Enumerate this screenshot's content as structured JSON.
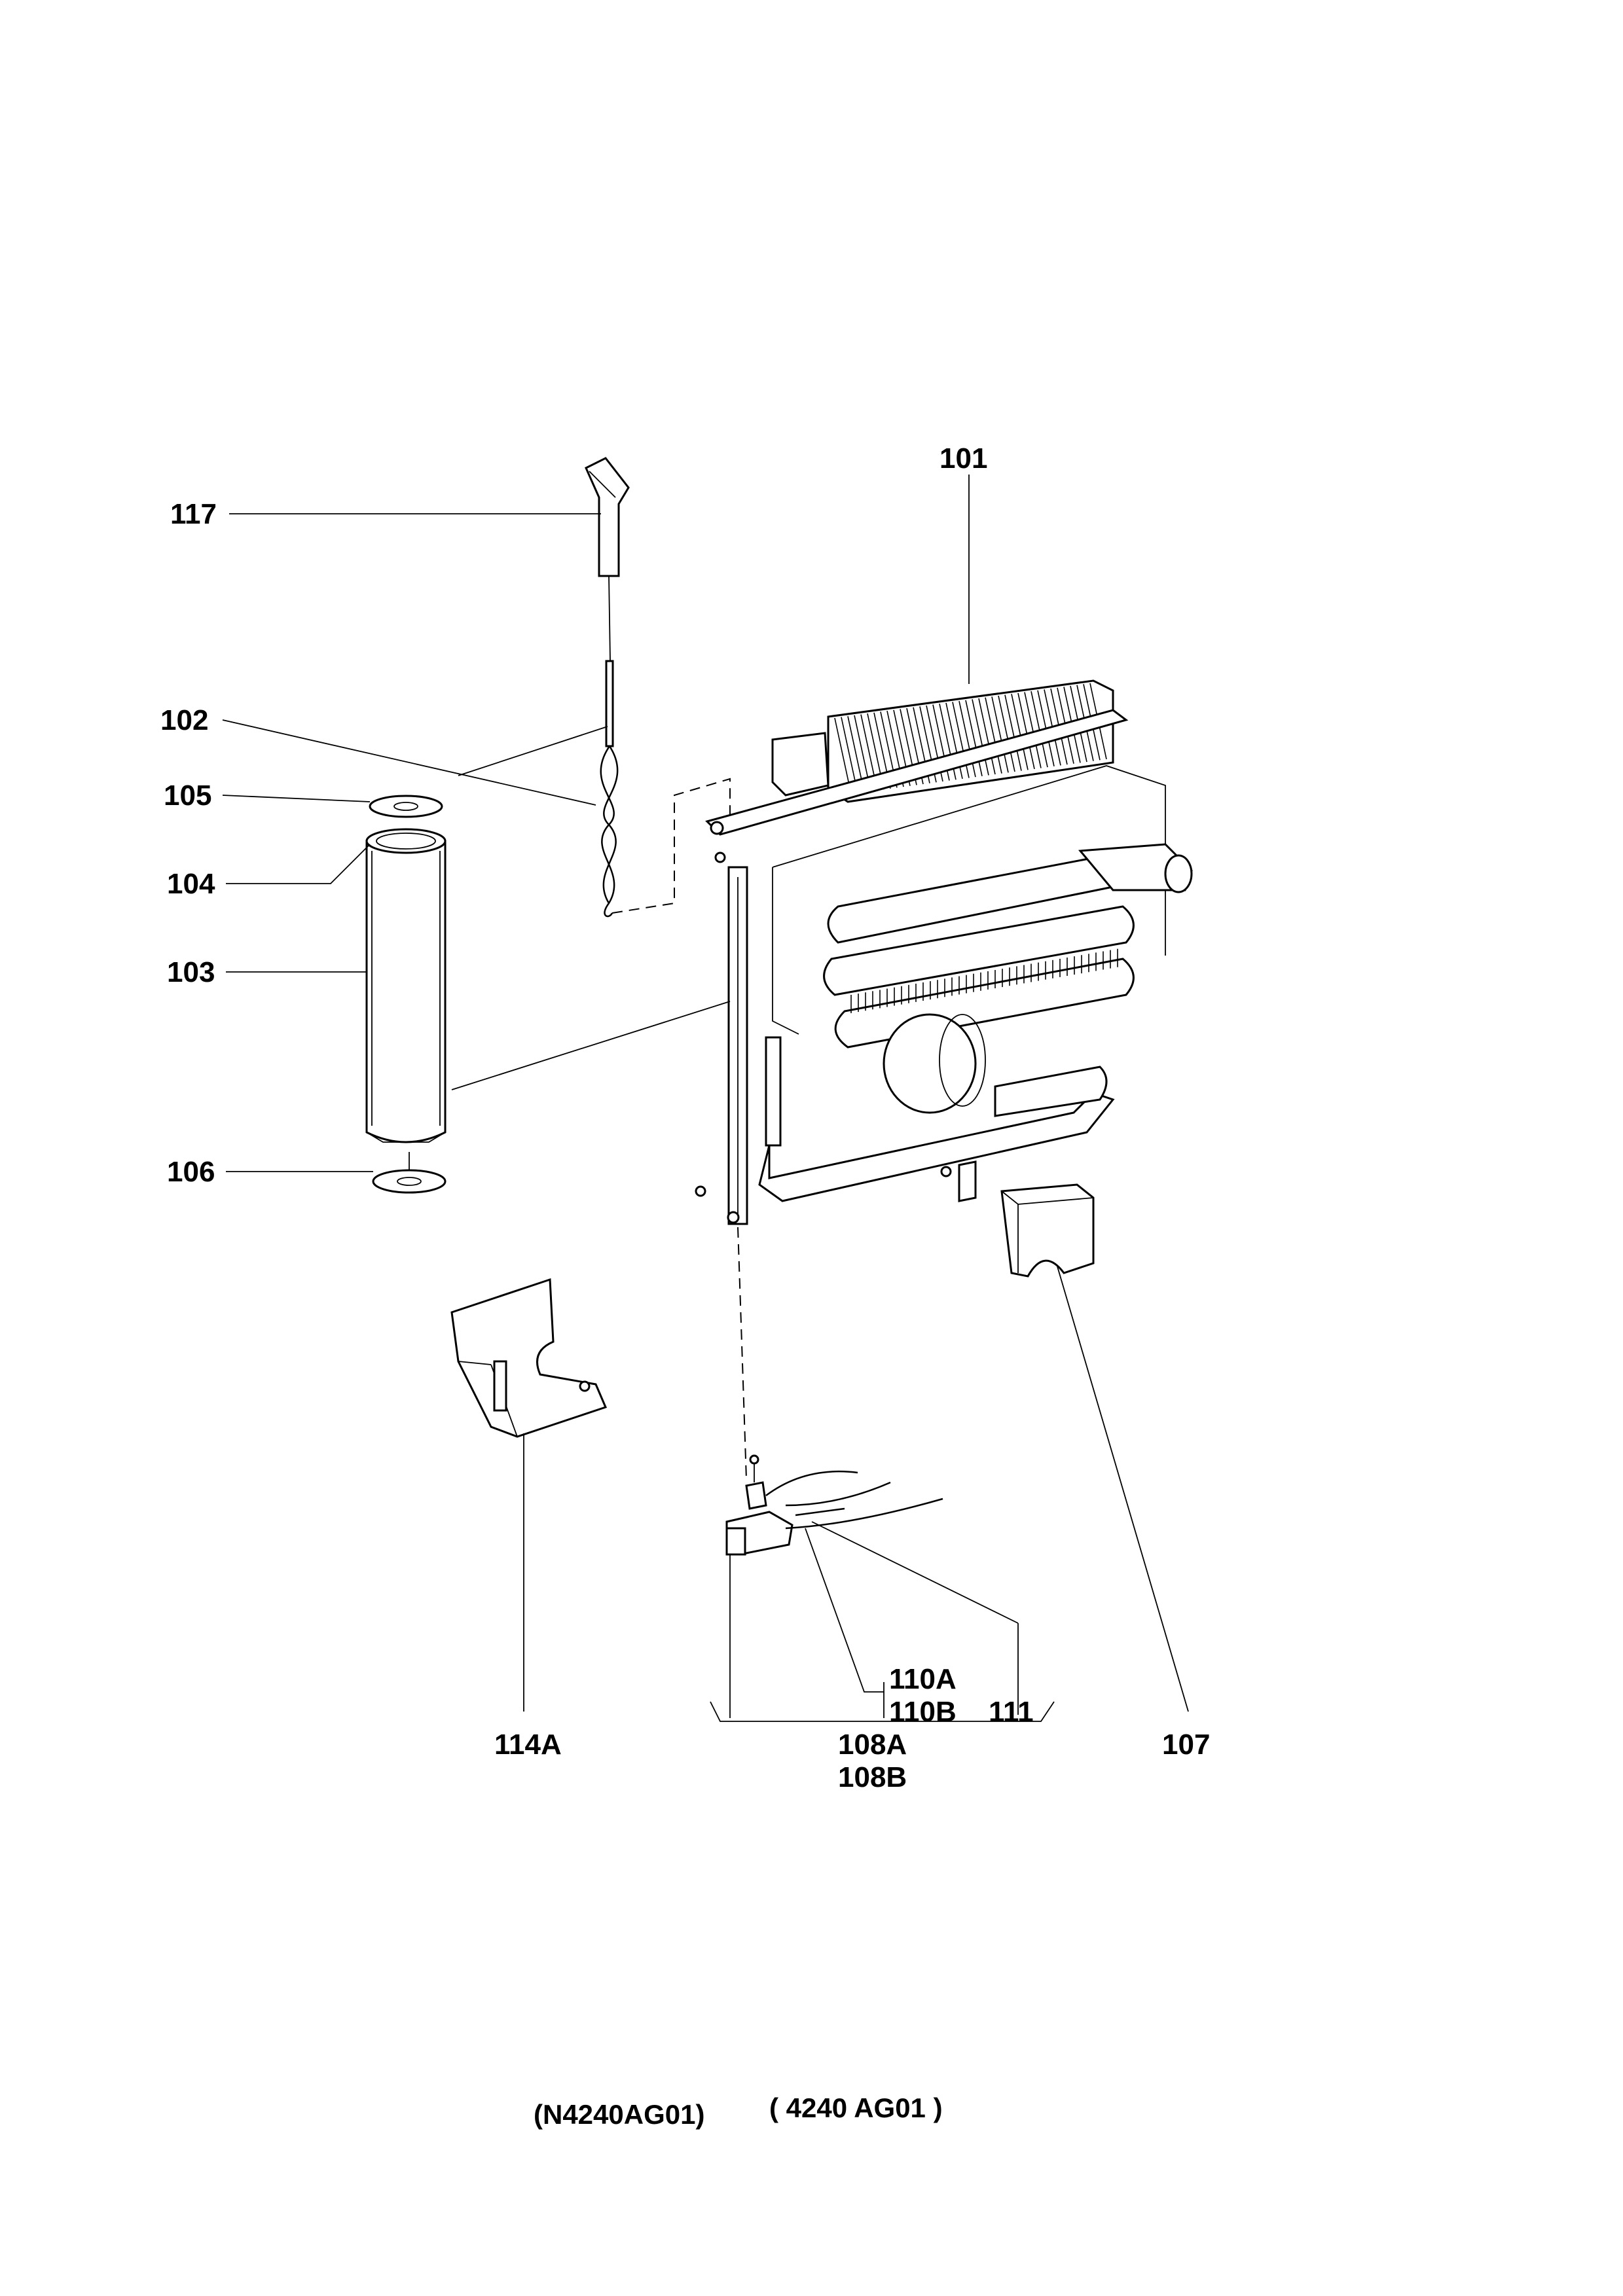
{
  "callouts": {
    "c101": "101",
    "c117": "117",
    "c102": "102",
    "c105": "105",
    "c104": "104",
    "c103": "103",
    "c106": "106",
    "c114a": "114A",
    "c110a": "110A",
    "c110b": "110B",
    "c111": "111",
    "c108a": "108A",
    "c108b": "108B",
    "c107": "107"
  },
  "footer": {
    "code_left": "(N4240AG01)",
    "code_right": "( 4240  AG01 )"
  },
  "colors": {
    "ink": "#000000",
    "paper": "#ffffff"
  }
}
